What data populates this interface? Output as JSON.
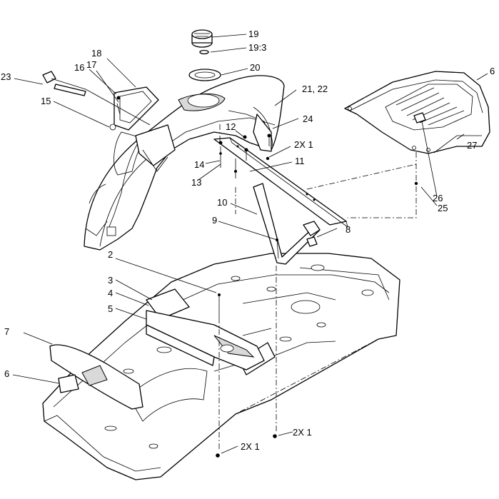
{
  "callouts": {
    "c19": "19",
    "c19_3": "19:3",
    "c18": "18",
    "c16": "16",
    "c17": "17",
    "c20": "20",
    "c23": "23",
    "c15": "15",
    "c21_22": "21, 22",
    "c6_top": "6",
    "c24": "24",
    "c12": "12",
    "c2x1_a": "2X 1",
    "c11": "11",
    "c14": "14",
    "c13": "13",
    "c26": "26",
    "c27": "27",
    "c25": "25",
    "c10": "10",
    "c9": "9",
    "c8": "8",
    "c2": "2",
    "c3": "3",
    "c4": "4",
    "c5": "5",
    "c7": "7",
    "c6_bottom": "6",
    "c2x1_b": "2X 1",
    "c2x1_c": "2X 1"
  }
}
